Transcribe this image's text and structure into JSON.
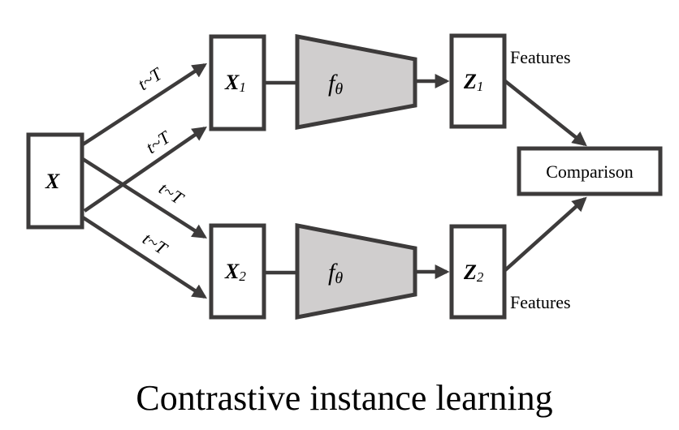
{
  "diagram": {
    "title": "Contrastive instance learning",
    "input": {
      "symbol": "X"
    },
    "views": [
      {
        "symbol": "X",
        "subscript": "1"
      },
      {
        "symbol": "X",
        "subscript": "2"
      }
    ],
    "encoders": [
      {
        "symbol": "f",
        "subscript": "θ"
      },
      {
        "symbol": "f",
        "subscript": "θ"
      }
    ],
    "embeddings": [
      {
        "symbol": "Z",
        "subscript": "1",
        "caption": "Features"
      },
      {
        "symbol": "Z",
        "subscript": "2",
        "caption": "Features"
      }
    ],
    "comparison": {
      "label": "Comparison"
    },
    "augmentation_labels": [
      "t~T",
      "t~T",
      "t~T",
      "t~T"
    ],
    "colors": {
      "stroke": "#3d3b3b",
      "encoder_fill": "#d0cece",
      "box_fill": "#ffffff"
    }
  }
}
